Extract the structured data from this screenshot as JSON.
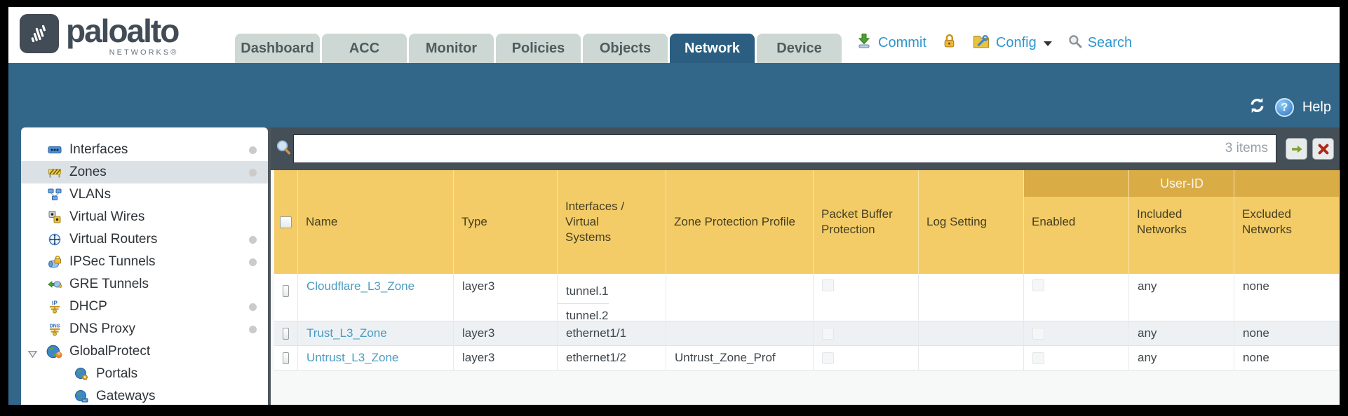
{
  "header": {
    "brand": "paloalto",
    "brand_sub": "NETWORKS®",
    "tabs": [
      {
        "label": "Dashboard",
        "active": false
      },
      {
        "label": "ACC",
        "active": false
      },
      {
        "label": "Monitor",
        "active": false
      },
      {
        "label": "Policies",
        "active": false
      },
      {
        "label": "Objects",
        "active": false
      },
      {
        "label": "Network",
        "active": true
      },
      {
        "label": "Device",
        "active": false
      }
    ],
    "commit_label": "Commit",
    "config_label": "Config",
    "search_label": "Search"
  },
  "subheader": {
    "help_label": "Help"
  },
  "sidebar": {
    "items": [
      {
        "label": "Interfaces",
        "has_dot": true,
        "selected": false
      },
      {
        "label": "Zones",
        "has_dot": true,
        "selected": true
      },
      {
        "label": "VLANs",
        "has_dot": false,
        "selected": false
      },
      {
        "label": "Virtual Wires",
        "has_dot": false,
        "selected": false
      },
      {
        "label": "Virtual Routers",
        "has_dot": true,
        "selected": false
      },
      {
        "label": "IPSec Tunnels",
        "has_dot": true,
        "selected": false
      },
      {
        "label": "GRE Tunnels",
        "has_dot": false,
        "selected": false
      },
      {
        "label": "DHCP",
        "has_dot": true,
        "selected": false
      },
      {
        "label": "DNS Proxy",
        "has_dot": true,
        "selected": false
      },
      {
        "label": "GlobalProtect",
        "has_dot": false,
        "selected": false,
        "expanded": true
      },
      {
        "label": "Portals",
        "has_dot": false,
        "selected": false,
        "indent": true
      },
      {
        "label": "Gateways",
        "has_dot": false,
        "selected": false,
        "indent": true
      }
    ]
  },
  "toolbar": {
    "filter_value": "",
    "items_count": "3 items"
  },
  "table": {
    "columns": {
      "name": "Name",
      "type": "Type",
      "interfaces": "Interfaces / Virtual Systems",
      "zone_protection": "Zone Protection Profile",
      "packet_buffer": "Packet Buffer Protection",
      "log_setting": "Log Setting",
      "user_id_group": "User-ID",
      "enabled": "Enabled",
      "included": "Included Networks",
      "excluded": "Excluded Networks"
    },
    "rows": [
      {
        "name": "Cloudflare_L3_Zone",
        "type": "layer3",
        "interfaces": [
          "tunnel.1",
          "tunnel.2"
        ],
        "zone_protection": "",
        "log_setting": "",
        "included": "any",
        "excluded": "none"
      },
      {
        "name": "Trust_L3_Zone",
        "type": "layer3",
        "interfaces": [
          "ethernet1/1"
        ],
        "zone_protection": "",
        "log_setting": "",
        "included": "any",
        "excluded": "none"
      },
      {
        "name": "Untrust_L3_Zone",
        "type": "layer3",
        "interfaces": [
          "ethernet1/2"
        ],
        "zone_protection": "Untrust_Zone_Prof",
        "log_setting": "",
        "included": "any",
        "excluded": "none"
      }
    ]
  },
  "colors": {
    "band_teal": "#33678a",
    "active_tab": "#2b5e80",
    "table_header_gold": "#f3cc68",
    "user_id_band_gold": "#d9ac46",
    "link_blue": "#4a9cc2",
    "action_link_blue": "#2e96cf"
  }
}
